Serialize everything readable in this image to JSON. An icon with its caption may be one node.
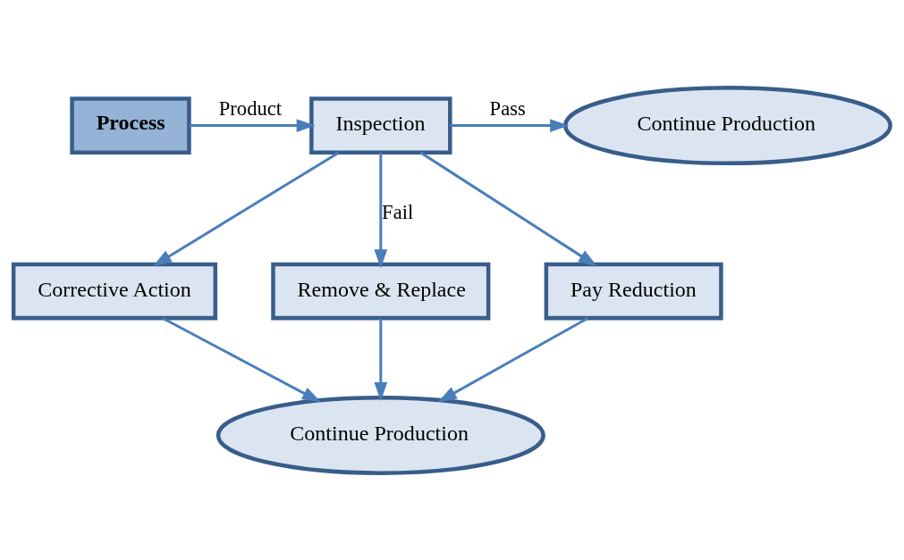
{
  "diagram": {
    "nodes": [
      {
        "text": [
          "Process"
        ]
      },
      {
        "text": [
          "Inspection"
        ]
      },
      {
        "text": [
          "Continue Production"
        ]
      },
      {
        "text": [
          "Corrective Action"
        ]
      },
      {
        "text": [
          "Remove & Replace"
        ]
      },
      {
        "text": [
          "Pay Reduction"
        ]
      },
      {
        "text": [
          "Continue Production"
        ]
      }
    ],
    "edges": [
      {
        "from": 0,
        "to": 1,
        "arrow": "to",
        "label": "Product"
      },
      {
        "from": 1,
        "to": 2,
        "arrow": "to",
        "label": "Pass"
      },
      {
        "from": 1,
        "to": 3,
        "arrow": "to"
      },
      {
        "from": 1,
        "to": 4,
        "arrow": "to",
        "label": "Fail"
      },
      {
        "from": 1,
        "to": 5,
        "arrow": "to"
      },
      {
        "from": 3,
        "to": 6,
        "arrow": "to"
      },
      {
        "from": 4,
        "to": 6,
        "arrow": "to"
      },
      {
        "from": 5,
        "to": 6,
        "arrow": "to"
      }
    ]
  }
}
